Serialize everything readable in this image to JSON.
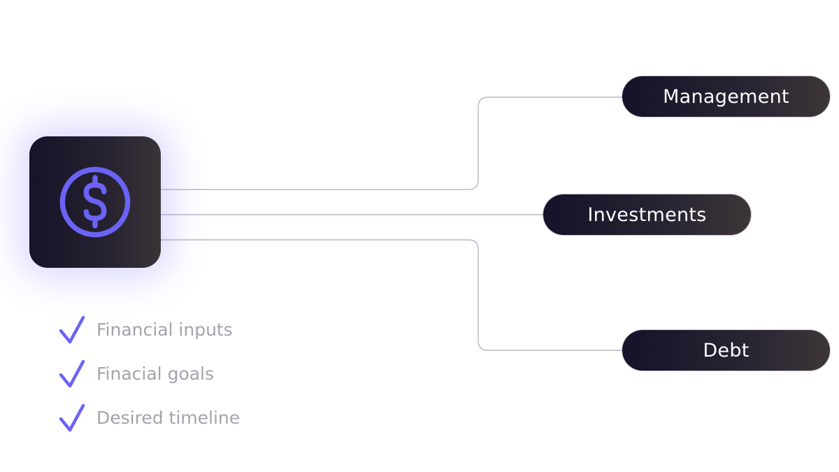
{
  "hub": {
    "icon": "dollar-circle-icon",
    "accent": "#6b63f5"
  },
  "branches": [
    {
      "label": "Management"
    },
    {
      "label": "Investments"
    },
    {
      "label": "Debt"
    }
  ],
  "checklist": [
    {
      "label": "Financial inputs",
      "icon": "checkmark-icon"
    },
    {
      "label": "Finacial goals",
      "icon": "checkmark-icon"
    },
    {
      "label": "Desired timeline",
      "icon": "checkmark-icon"
    }
  ],
  "colors": {
    "accent": "#6b63f5",
    "connector": "#b9b7c8",
    "checklist_text": "#a4a3ad",
    "pill_text": "#ffffff"
  }
}
